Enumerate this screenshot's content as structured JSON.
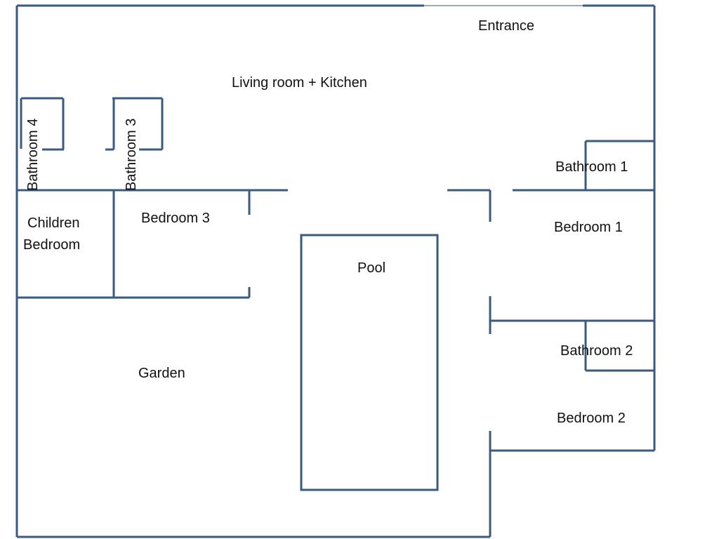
{
  "labels": {
    "entrance": "Entrance",
    "living_kitchen": "Living room + Kitchen",
    "bathroom4": "Bathroom 4",
    "bathroom3": "Bathroom 3",
    "bathroom1": "Bathroom 1",
    "bathroom2": "Bathroom 2",
    "children_bedroom_line1": "Children",
    "children_bedroom_line2": "Bedroom",
    "bedroom3": "Bedroom 3",
    "bedroom1": "Bedroom 1",
    "bedroom2": "Bedroom 2",
    "pool": "Pool",
    "garden": "Garden"
  },
  "colors": {
    "wall": "#3a5a80",
    "text": "#111111",
    "background": "#ffffff"
  }
}
